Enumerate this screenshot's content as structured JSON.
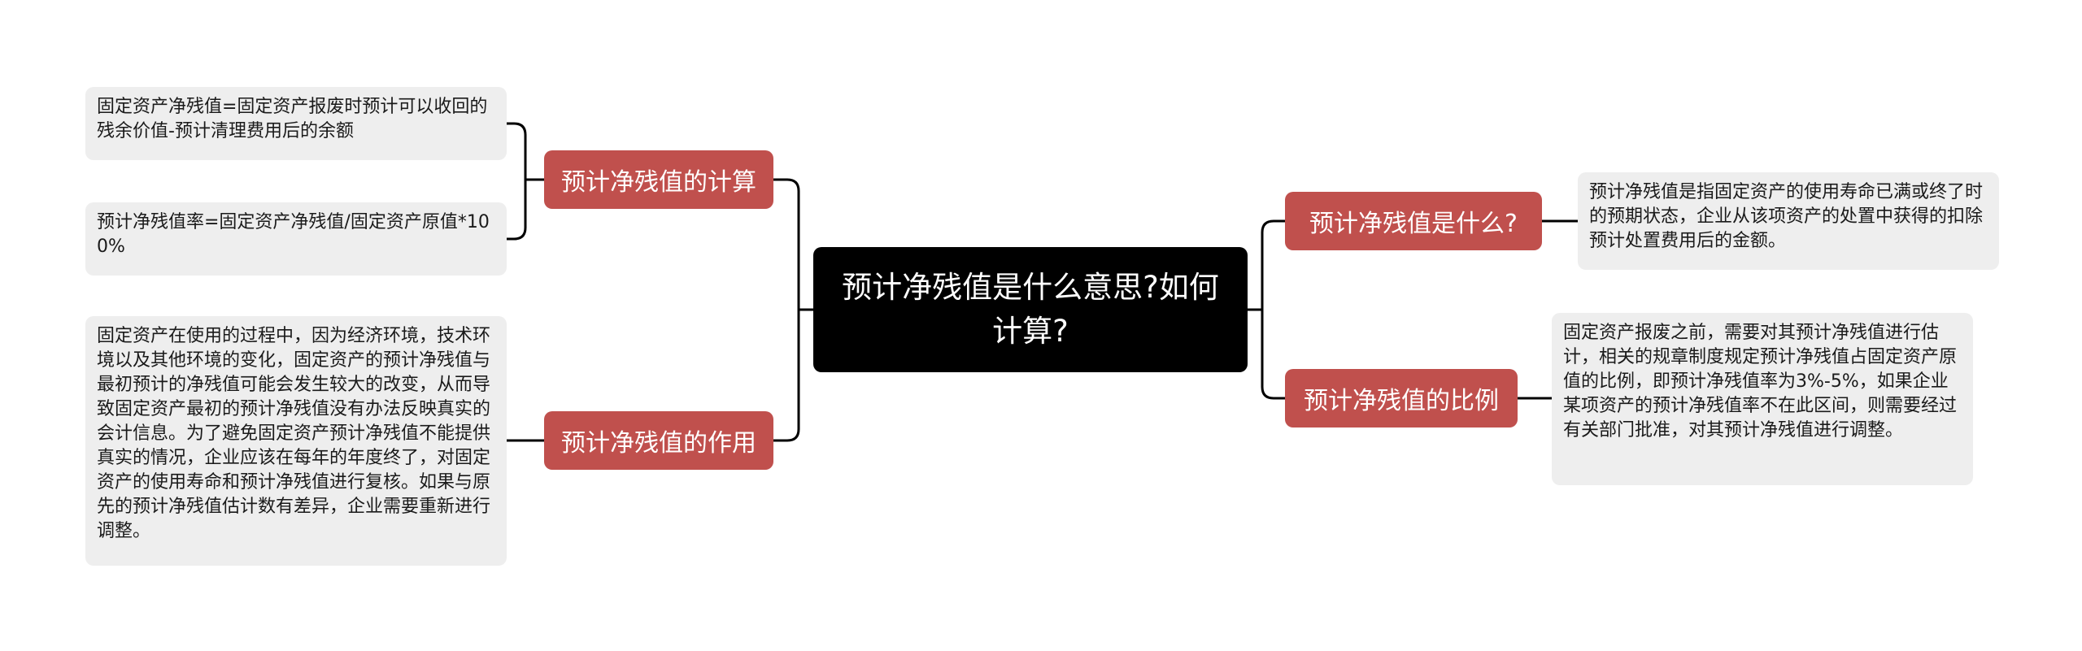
{
  "root": {
    "title": "预计净残值是什么意思?如何计算?"
  },
  "branches": {
    "calc": {
      "label": "预计净残值的计算",
      "leaves": [
        "固定资产净残值=固定资产报废时预计可以收回的残余价值-预计清理费用后的余额",
        "预计净残值率=固定资产净残值/固定资产原值*100%"
      ]
    },
    "role": {
      "label": "预计净残值的作用",
      "leaves": [
        "固定资产在使用的过程中，因为经济环境，技术环境以及其他环境的变化，固定资产的预计净残值与最初预计的净残值可能会发生较大的改变，从而导致固定资产最初的预计净残值没有办法反映真实的会计信息。为了避免固定资产预计净残值不能提供真实的情况，企业应该在每年的年度终了，对固定资产的使用寿命和预计净残值进行复核。如果与原先的预计净残值估计数有差异，企业需要重新进行调整。"
      ]
    },
    "what": {
      "label": "预计净残值是什么?",
      "leaves": [
        "预计净残值是指固定资产的使用寿命已满或终了时的预期状态，企业从该项资产的处置中获得的扣除预计处置费用后的金额。"
      ]
    },
    "ratio": {
      "label": "预计净残值的比例",
      "leaves": [
        "固定资产报废之前，需要对其预计净残值进行估计，相关的规章制度规定预计净残值占固定资产原值的比例，即预计净残值率为3%-5%，如果企业某项资产的预计净残值率不在此区间，则需要经过有关部门批准，对其预计净残值进行调整。"
      ]
    }
  },
  "colors": {
    "root_bg": "#000000",
    "branch_bg": "#c0504d",
    "leaf_bg": "#eeeeee",
    "connector": "#000000"
  }
}
